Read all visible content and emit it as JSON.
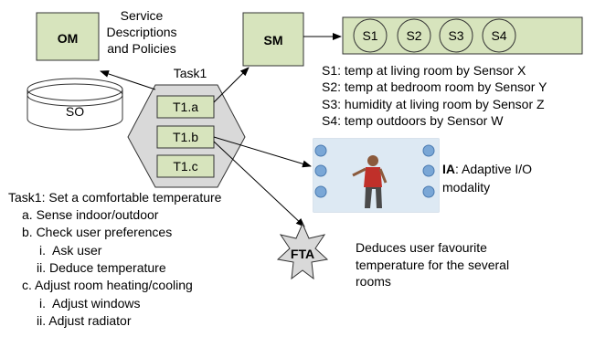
{
  "om": {
    "label": "OM",
    "caption_line1": "Service",
    "caption_line2": "Descriptions",
    "caption_line3": "and Policies"
  },
  "so": {
    "label": "SO"
  },
  "sm": {
    "label": "SM"
  },
  "sensors": {
    "items": [
      "S1",
      "S2",
      "S3",
      "S4"
    ],
    "legend": [
      "S1: temp at living room by Sensor X",
      "S2: temp at bedroom room by Sensor Y",
      "S3: humidity at living room by Sensor Z",
      "S4: temp outdoors by Sensor W"
    ]
  },
  "task": {
    "title": "Task1",
    "subtasks": [
      "T1.a",
      "T1.b",
      "T1.c"
    ]
  },
  "ia": {
    "label": "IA",
    "desc_line1": ": Adaptive I/O",
    "desc_line2": "modality"
  },
  "fta": {
    "label": "FTA",
    "desc_line1": "Deduces user favourite",
    "desc_line2": "temperature for the several",
    "desc_line3": "rooms"
  },
  "task_list": [
    "Task1: Set a comfortable temperature",
    "a. Sense indoor/outdoor",
    "b. Check user preferences",
    "i.  Ask user",
    "ii. Deduce temperature",
    "c. Adjust room heating/cooling",
    "i.  Adjust windows",
    "ii. Adjust radiator"
  ],
  "colors": {
    "agent_fill": "#d7e4bd",
    "hex_fill": "#d9d9d9",
    "sensor_fill": "#d7e4bd"
  }
}
